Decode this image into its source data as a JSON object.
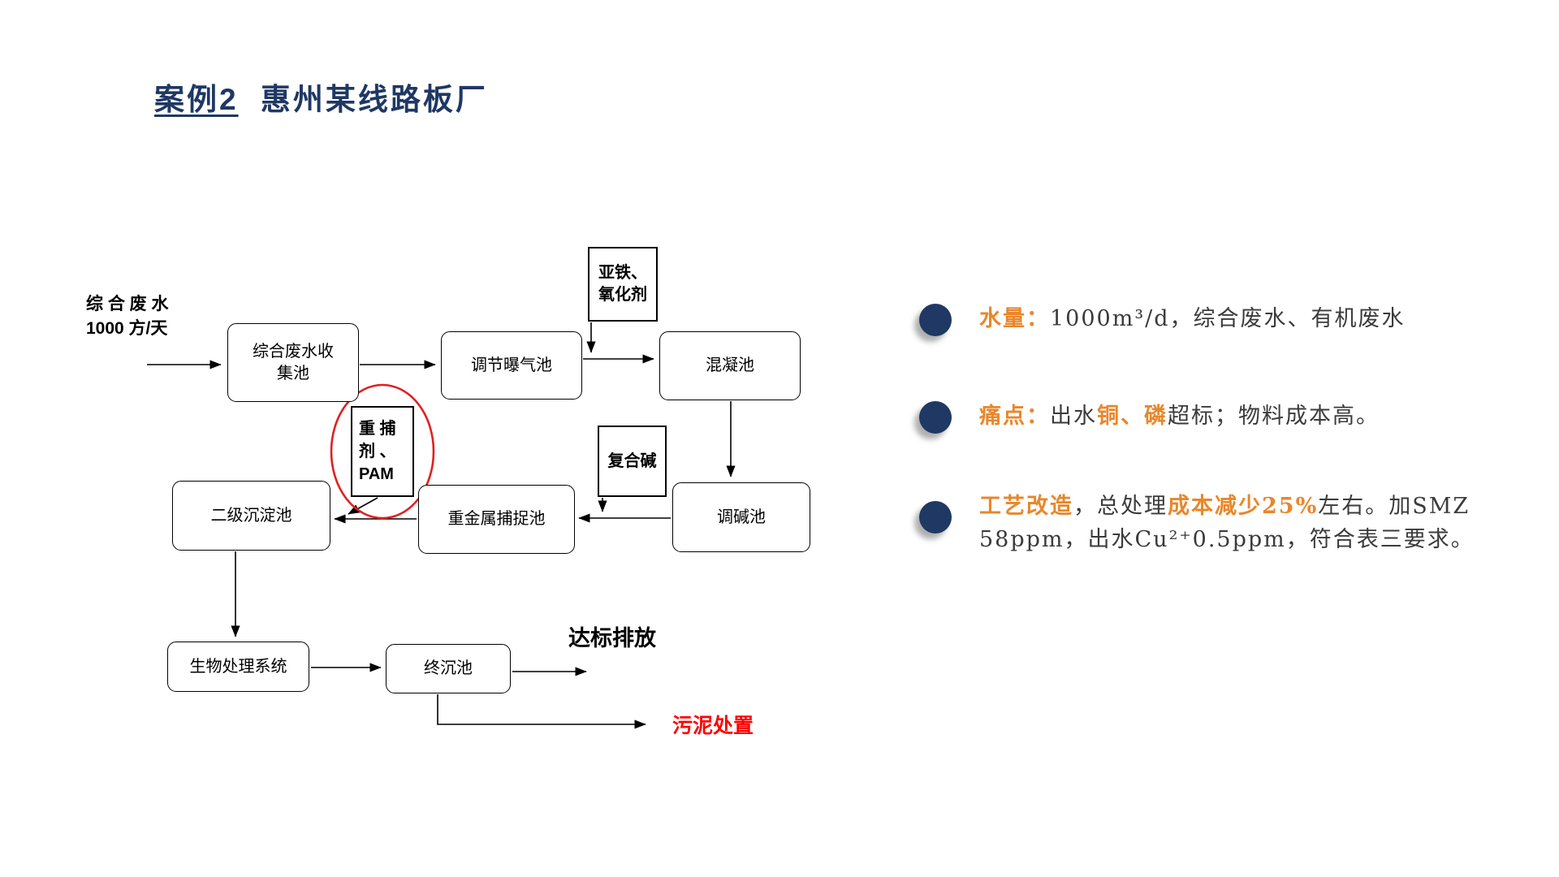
{
  "colors": {
    "navy": "#1F3864",
    "orange": "#E8872B",
    "red": "#FF0000"
  },
  "title": {
    "part1": "案例2",
    "part2": "惠州某线路板厂"
  },
  "flow": {
    "feed": {
      "line1": "综 合 废 水",
      "line2": "1000 方/天"
    },
    "nodes": {
      "collect": "综合废水收集池",
      "aerate": "调节曝气池",
      "coag": "混凝池",
      "ferrous": "亚铁、氧化剂",
      "alkali": "调碱池",
      "compound": "复合碱",
      "capture": "重金属捕捉池",
      "pam_lines": [
        "重 捕",
        "剂 、",
        "PAM"
      ],
      "secondary": "二级沉淀池",
      "bio": "生物处理系统",
      "final": "终沉池"
    },
    "outputs": {
      "discharge": "达标排放",
      "sludge": "污泥处置"
    }
  },
  "bullets": [
    {
      "segments": [
        {
          "text": "水量：",
          "color": "orange"
        },
        {
          "text": "1000m³/d，综合废水、有机废水",
          "color": "plain"
        }
      ]
    },
    {
      "segments": [
        {
          "text": "痛点：",
          "color": "orange"
        },
        {
          "text": "出水",
          "color": "plain"
        },
        {
          "text": "铜、磷",
          "color": "orange"
        },
        {
          "text": "超标；物料成本高。",
          "color": "plain"
        }
      ]
    },
    {
      "segments": [
        {
          "text": "工艺改造",
          "color": "orange"
        },
        {
          "text": "，总处理",
          "color": "plain"
        },
        {
          "text": "成本减少25%",
          "color": "orange"
        },
        {
          "text": "左右。加SMZ",
          "color": "plain"
        },
        {
          "text": "58ppm，出水Cu²⁺0.5ppm，符合表三要求。",
          "color": "plain"
        }
      ]
    }
  ]
}
